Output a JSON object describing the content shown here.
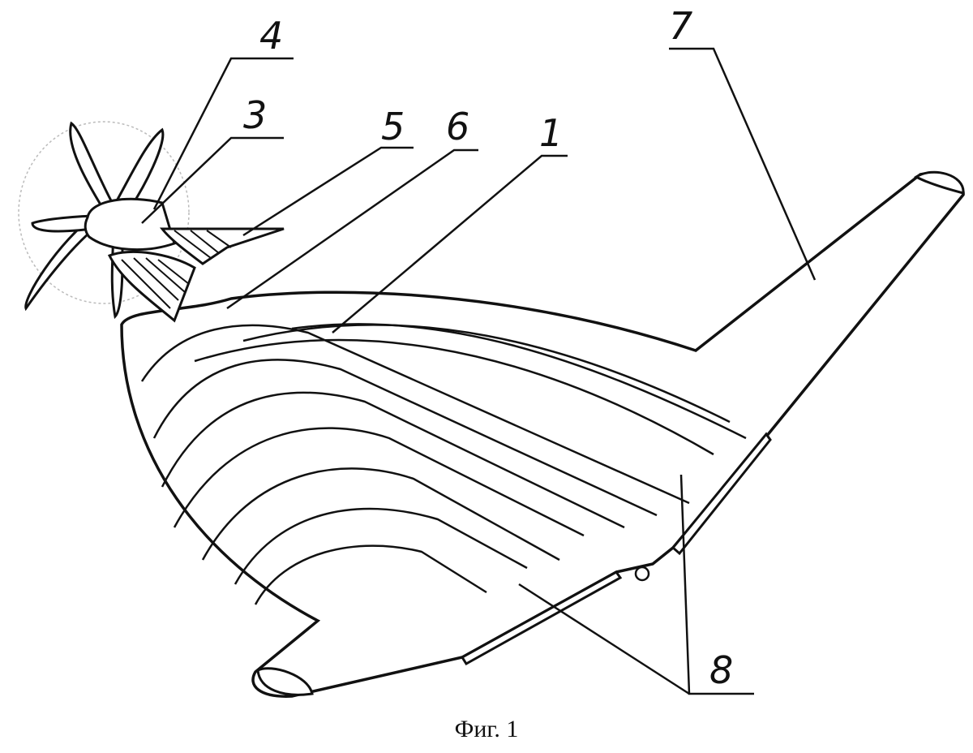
{
  "figure": {
    "caption": "Фиг. 1",
    "labels": {
      "l1": "1",
      "l3": "3",
      "l4": "4",
      "l5": "5",
      "l6": "6",
      "l7": "7",
      "l8": "8"
    },
    "colors": {
      "ink": "#111111",
      "propeller_disc": "#bbbbbb"
    }
  }
}
